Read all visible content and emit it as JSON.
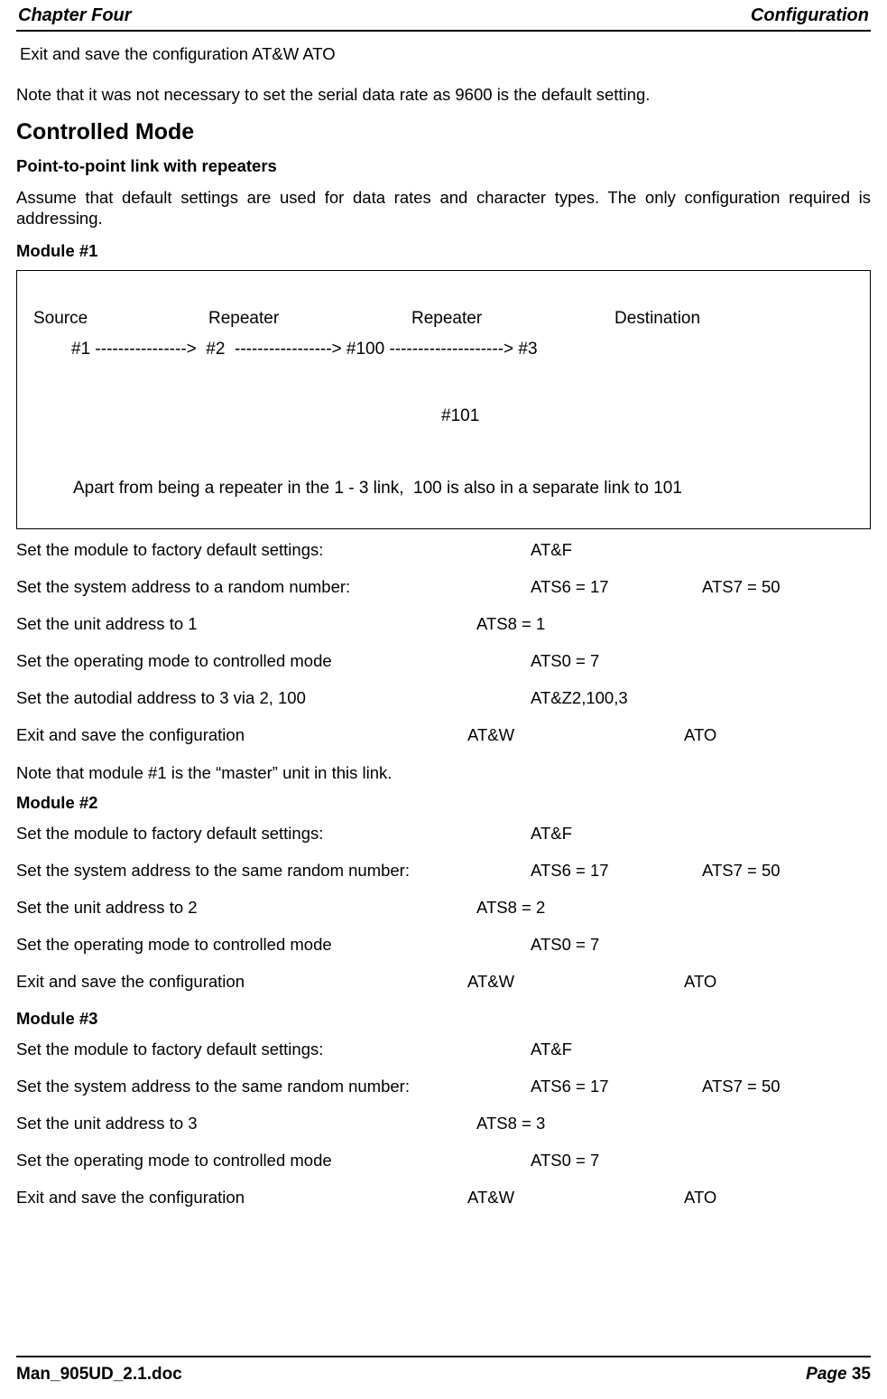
{
  "header": {
    "left": "Chapter Four",
    "right": "Configuration"
  },
  "top_command": {
    "label": "Exit and save the configuration",
    "cmd_a": "AT&W",
    "cmd_b": "ATO"
  },
  "note_default_rate": "Note that it was not necessary to set the serial data rate as 9600 is the default setting.",
  "section_title": "Controlled Mode",
  "subsection_title": "Point-to-point link with repeaters",
  "assume_para": "Assume that default settings are used for data rates and character types.  The only configuration required is addressing.",
  "module1_heading": "Module #1",
  "diagram": {
    "col_source": "Source",
    "col_repeater1": "Repeater",
    "col_repeater2": "Repeater",
    "col_destination": "Destination",
    "chain": "#1 ---------------->  #2  -----------------> #100 --------------------> #3",
    "branch_node": "#101",
    "note": "Apart from being a repeater in the 1 - 3 link,  100 is also in a separate link to 101"
  },
  "module1_rows": [
    {
      "label": "Set the module to factory default settings:",
      "cmd_a": "AT&F",
      "cmd_b": ""
    },
    {
      "label": "Set the system address to a random number:",
      "cmd_a": "ATS6 = 17",
      "cmd_b": "ATS7 = 50"
    },
    {
      "label": "Set the unit address to 1",
      "cmd_a": "ATS8 = 1",
      "cmd_b": ""
    },
    {
      "label": "Set the operating mode to controlled mode",
      "cmd_a": "ATS0 = 7",
      "cmd_b": ""
    },
    {
      "label": "Set the autodial address to 3 via 2, 100",
      "cmd_a": "AT&Z2,100,3",
      "cmd_b": ""
    },
    {
      "label": "Exit and save the configuration",
      "cmd_a": "AT&W",
      "cmd_b": "ATO"
    }
  ],
  "module1_note": "Note that module #1 is the “master” unit in this link.",
  "module2_heading": "Module #2",
  "module2_rows": [
    {
      "label": "Set the module to factory default settings:",
      "cmd_a": "AT&F",
      "cmd_b": ""
    },
    {
      "label": "Set the system address to the same random number:",
      "cmd_a": "ATS6 = 17",
      "cmd_b": "ATS7 = 50"
    },
    {
      "label": "Set the unit address to 2",
      "cmd_a": "ATS8 = 2",
      "cmd_b": ""
    },
    {
      "label": "Set the operating mode to controlled mode",
      "cmd_a": "ATS0 = 7",
      "cmd_b": ""
    },
    {
      "label": "Exit and save the configuration",
      "cmd_a": "AT&W",
      "cmd_b": "ATO"
    }
  ],
  "module3_heading": "Module #3",
  "module3_rows": [
    {
      "label": "Set the module to factory default settings:",
      "cmd_a": "AT&F",
      "cmd_b": ""
    },
    {
      "label": "Set the system address to the same random number:",
      "cmd_a": "ATS6 = 17",
      "cmd_b": "ATS7 = 50"
    },
    {
      "label": "Set the unit address to 3",
      "cmd_a": "ATS8 = 3",
      "cmd_b": ""
    },
    {
      "label": "Set the operating mode to controlled mode",
      "cmd_a": "ATS0 = 7",
      "cmd_b": ""
    },
    {
      "label": "Exit and save the configuration",
      "cmd_a": "AT&W",
      "cmd_b": "ATO"
    }
  ],
  "footer": {
    "file": "Man_905UD_2.1.doc",
    "page_label": "Page",
    "page_number": "35"
  }
}
